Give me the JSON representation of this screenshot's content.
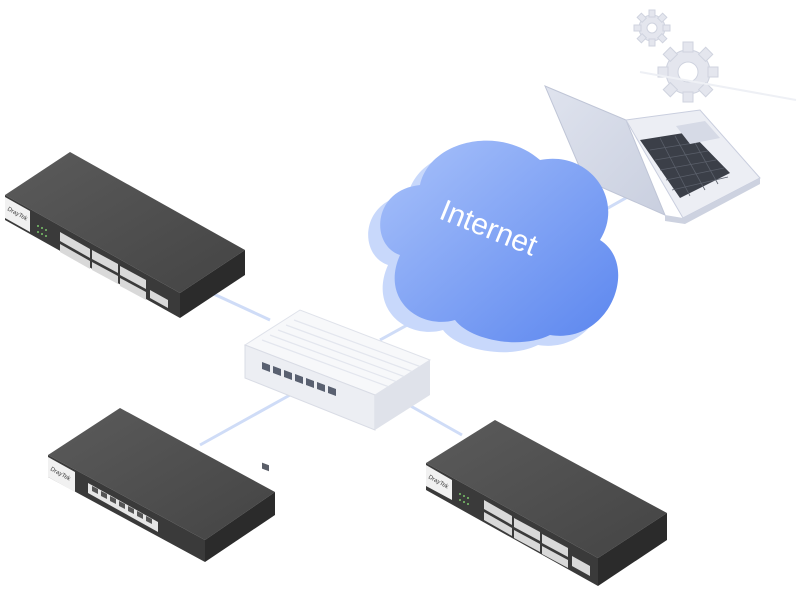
{
  "diagram": {
    "cloud": {
      "label": "Internet"
    },
    "devices": [
      {
        "id": "switch-top-left",
        "brand": "DrayTek"
      },
      {
        "id": "switch-bottom-left",
        "brand": "DrayTek"
      },
      {
        "id": "switch-bottom-right",
        "brand": "DrayTek"
      },
      {
        "id": "central-router",
        "brand": ""
      },
      {
        "id": "laptop",
        "brand": ""
      }
    ],
    "colors": {
      "link": "#c9daf8",
      "cloud_light": "#9fbaf7",
      "cloud_dark": "#5a86f0",
      "device_dark": "#4a4a4a",
      "device_white": "#f4f5f8",
      "laptop_body": "#e6e9f2"
    }
  }
}
